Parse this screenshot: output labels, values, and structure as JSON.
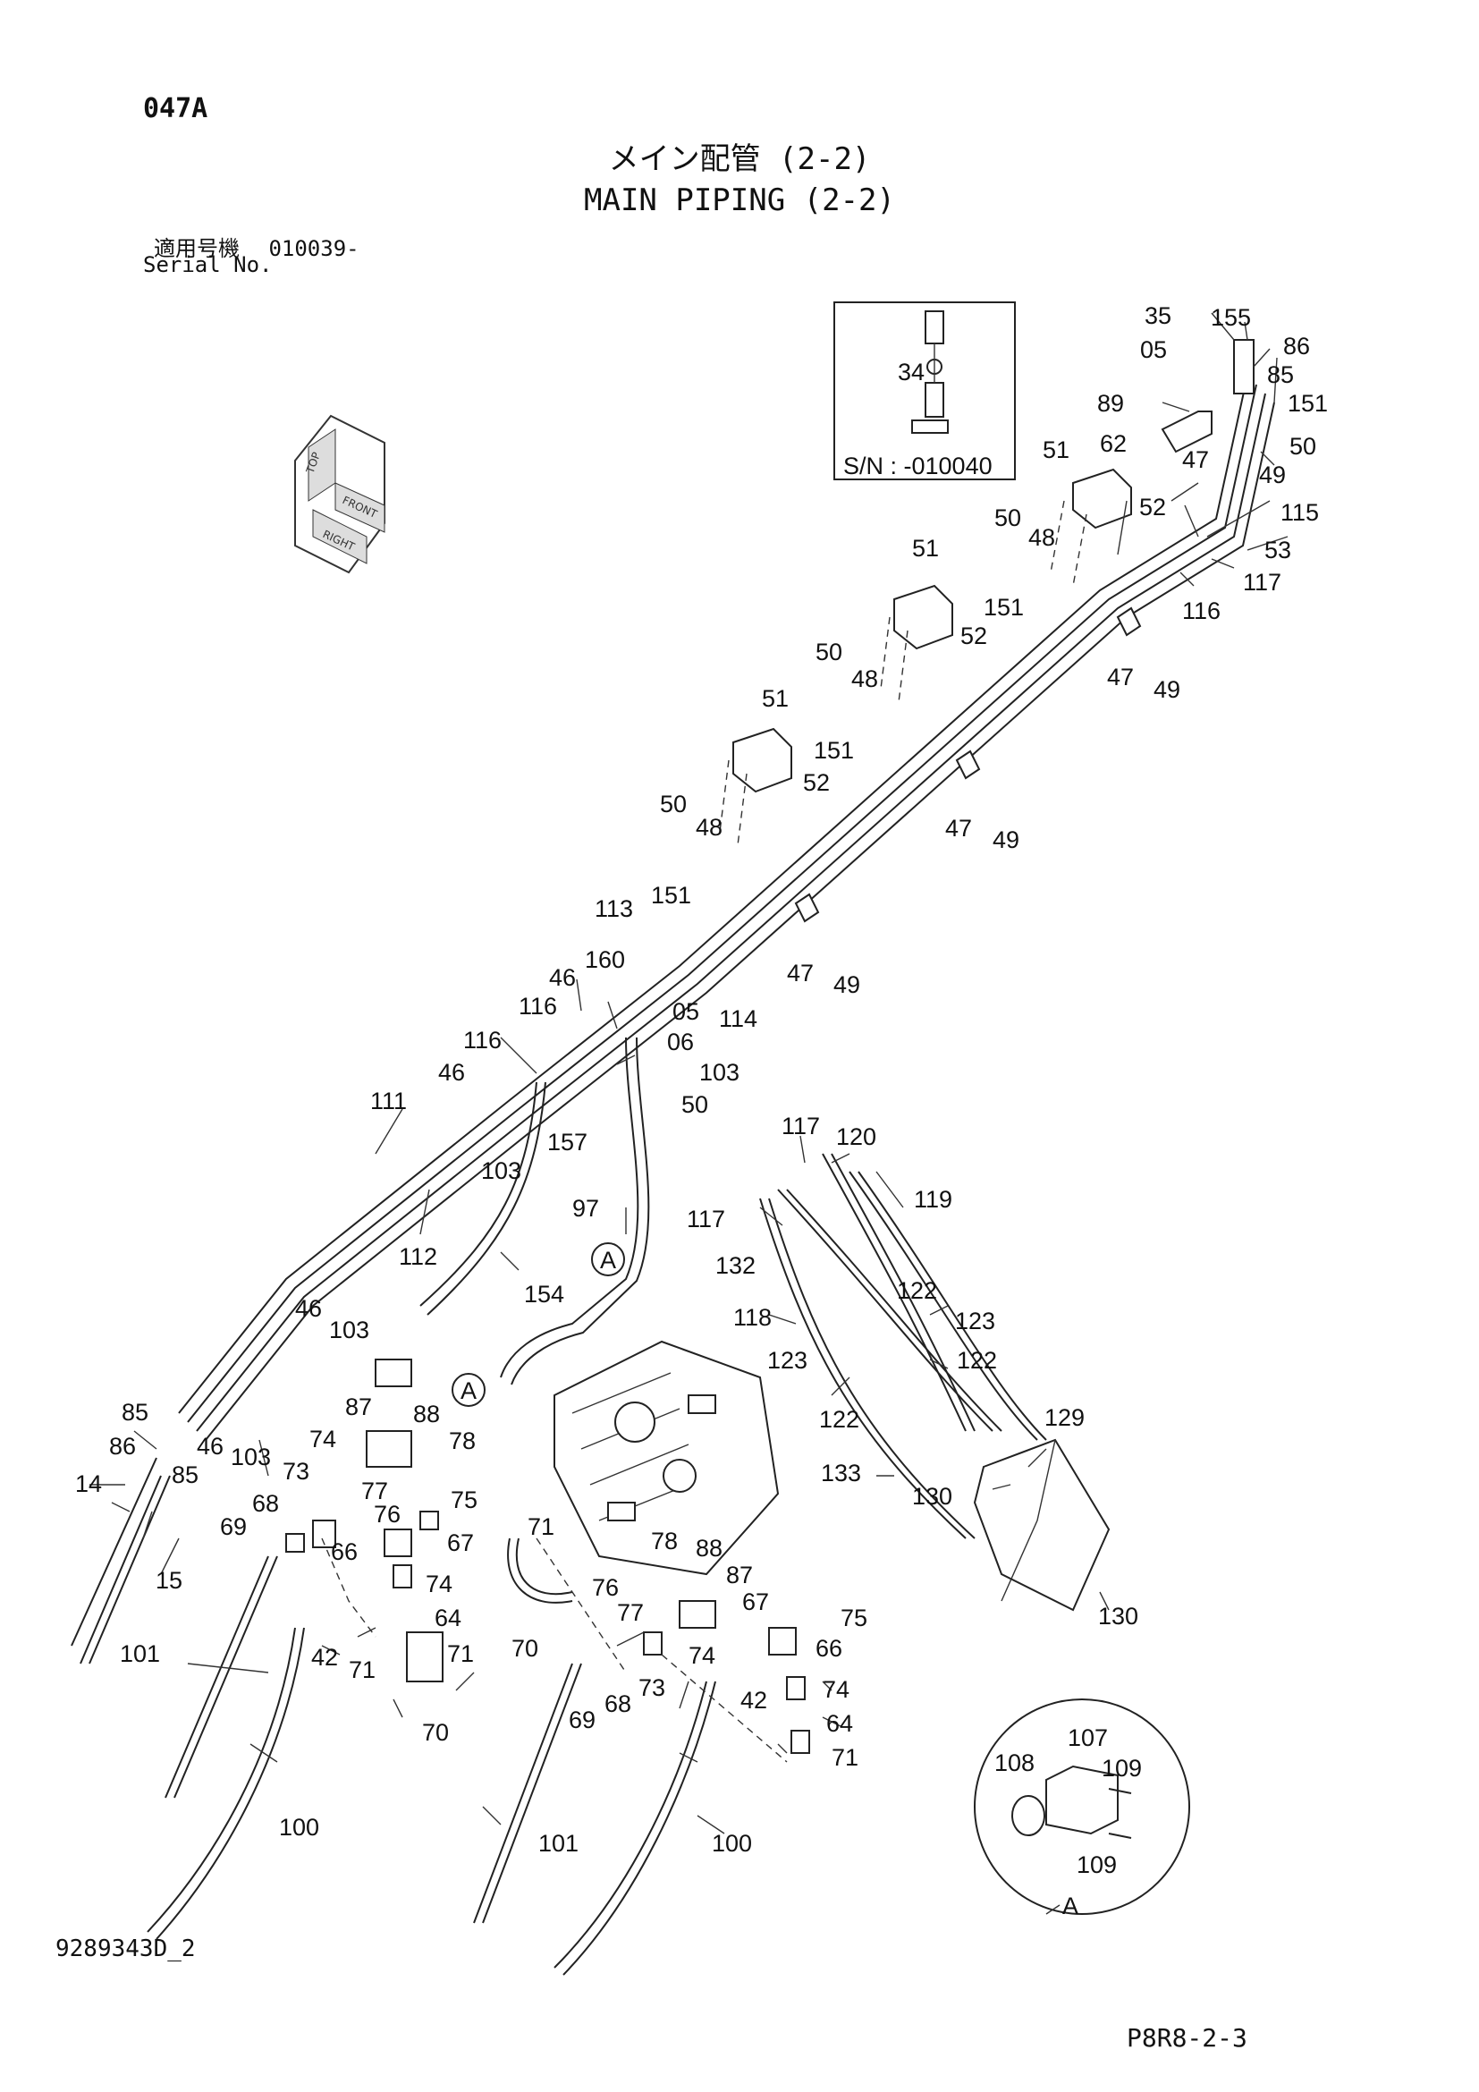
{
  "header": {
    "page_code": "047A",
    "title_jp": "メイン配管 (2-2)",
    "title_en": "MAIN PIPING (2-2)",
    "serial_label_jp": "適用号機",
    "serial_value": "010039-",
    "serial_label_en": "Serial No."
  },
  "inset": {
    "serial": "S/N : -010040",
    "part": "34"
  },
  "orientation": {
    "labels": [
      "TOP",
      "FRONT",
      "RIGHT"
    ]
  },
  "detail_a": {
    "marker": "A",
    "parts": [
      "107",
      "108",
      "109",
      "109"
    ]
  },
  "callouts": [
    {
      "id": "35",
      "text": "35"
    },
    {
      "id": "155",
      "text": "155"
    },
    {
      "id": "05a",
      "text": "05"
    },
    {
      "id": "86a",
      "text": "86"
    },
    {
      "id": "85a",
      "text": "85"
    },
    {
      "id": "89",
      "text": "89"
    },
    {
      "id": "151a",
      "text": "151"
    },
    {
      "id": "62",
      "text": "62"
    },
    {
      "id": "50a",
      "text": "50"
    },
    {
      "id": "47a",
      "text": "47"
    },
    {
      "id": "49a",
      "text": "49"
    },
    {
      "id": "51a",
      "text": "51"
    },
    {
      "id": "52a",
      "text": "52"
    },
    {
      "id": "115",
      "text": "115"
    },
    {
      "id": "50b",
      "text": "50"
    },
    {
      "id": "48a",
      "text": "48"
    },
    {
      "id": "53",
      "text": "53"
    },
    {
      "id": "117a",
      "text": "117"
    },
    {
      "id": "116a",
      "text": "116"
    },
    {
      "id": "151b",
      "text": "151"
    },
    {
      "id": "51b",
      "text": "51"
    },
    {
      "id": "52b",
      "text": "52"
    },
    {
      "id": "47b",
      "text": "47"
    },
    {
      "id": "49b",
      "text": "49"
    },
    {
      "id": "50c",
      "text": "50"
    },
    {
      "id": "48b",
      "text": "48"
    },
    {
      "id": "151c",
      "text": "151"
    },
    {
      "id": "51c",
      "text": "51"
    },
    {
      "id": "52c",
      "text": "52"
    },
    {
      "id": "47c",
      "text": "47"
    },
    {
      "id": "49c",
      "text": "49"
    },
    {
      "id": "50d",
      "text": "50"
    },
    {
      "id": "48c",
      "text": "48"
    },
    {
      "id": "151d",
      "text": "151"
    },
    {
      "id": "113",
      "text": "113"
    },
    {
      "id": "47d",
      "text": "47"
    },
    {
      "id": "49d",
      "text": "49"
    },
    {
      "id": "46a",
      "text": "46"
    },
    {
      "id": "160",
      "text": "160"
    },
    {
      "id": "116b",
      "text": "116"
    },
    {
      "id": "05b",
      "text": "05"
    },
    {
      "id": "114",
      "text": "114"
    },
    {
      "id": "06",
      "text": "06"
    },
    {
      "id": "116c",
      "text": "116"
    },
    {
      "id": "103a",
      "text": "103"
    },
    {
      "id": "46b",
      "text": "46"
    },
    {
      "id": "50e",
      "text": "50"
    },
    {
      "id": "111",
      "text": "111"
    },
    {
      "id": "157",
      "text": "157"
    },
    {
      "id": "117b",
      "text": "117"
    },
    {
      "id": "120",
      "text": "120"
    },
    {
      "id": "103b",
      "text": "103"
    },
    {
      "id": "119",
      "text": "119"
    },
    {
      "id": "97",
      "text": "97"
    },
    {
      "id": "117c",
      "text": "117"
    },
    {
      "id": "112",
      "text": "112"
    },
    {
      "id": "132",
      "text": "132"
    },
    {
      "id": "154",
      "text": "154"
    },
    {
      "id": "122a",
      "text": "122"
    },
    {
      "id": "46c",
      "text": "46"
    },
    {
      "id": "118",
      "text": "118"
    },
    {
      "id": "123a",
      "text": "123"
    },
    {
      "id": "103c",
      "text": "103"
    },
    {
      "id": "122b",
      "text": "122"
    },
    {
      "id": "123b",
      "text": "123"
    },
    {
      "id": "122c",
      "text": "122"
    },
    {
      "id": "85b",
      "text": "85"
    },
    {
      "id": "87a",
      "text": "87"
    },
    {
      "id": "88a",
      "text": "88"
    },
    {
      "id": "129",
      "text": "129"
    },
    {
      "id": "86b",
      "text": "86"
    },
    {
      "id": "46d",
      "text": "46"
    },
    {
      "id": "103d",
      "text": "103"
    },
    {
      "id": "74a",
      "text": "74"
    },
    {
      "id": "78a",
      "text": "78"
    },
    {
      "id": "85c",
      "text": "85"
    },
    {
      "id": "73a",
      "text": "73"
    },
    {
      "id": "77a",
      "text": "77"
    },
    {
      "id": "133",
      "text": "133"
    },
    {
      "id": "14",
      "text": "14"
    },
    {
      "id": "68a",
      "text": "68"
    },
    {
      "id": "76a",
      "text": "76"
    },
    {
      "id": "75a",
      "text": "75"
    },
    {
      "id": "130a",
      "text": "130"
    },
    {
      "id": "69a",
      "text": "69"
    },
    {
      "id": "71a",
      "text": "71"
    },
    {
      "id": "66a",
      "text": "66"
    },
    {
      "id": "67a",
      "text": "67"
    },
    {
      "id": "15",
      "text": "15"
    },
    {
      "id": "78b",
      "text": "78"
    },
    {
      "id": "88b",
      "text": "88"
    },
    {
      "id": "74b",
      "text": "74"
    },
    {
      "id": "76b",
      "text": "76"
    },
    {
      "id": "87b",
      "text": "87"
    },
    {
      "id": "130b",
      "text": "130"
    },
    {
      "id": "64a",
      "text": "64"
    },
    {
      "id": "77b",
      "text": "77"
    },
    {
      "id": "67b",
      "text": "67"
    },
    {
      "id": "75b",
      "text": "75"
    },
    {
      "id": "101a",
      "text": "101"
    },
    {
      "id": "42a",
      "text": "42"
    },
    {
      "id": "71b",
      "text": "71"
    },
    {
      "id": "71c",
      "text": "71"
    },
    {
      "id": "70a",
      "text": "70"
    },
    {
      "id": "74c",
      "text": "74"
    },
    {
      "id": "66b",
      "text": "66"
    },
    {
      "id": "73b",
      "text": "73"
    },
    {
      "id": "42b",
      "text": "42"
    },
    {
      "id": "74d",
      "text": "74"
    },
    {
      "id": "70b",
      "text": "70"
    },
    {
      "id": "69b",
      "text": "69"
    },
    {
      "id": "68b",
      "text": "68"
    },
    {
      "id": "64b",
      "text": "64"
    },
    {
      "id": "71d",
      "text": "71"
    },
    {
      "id": "100a",
      "text": "100"
    },
    {
      "id": "101b",
      "text": "101"
    },
    {
      "id": "100b",
      "text": "100"
    },
    {
      "id": "A1",
      "text": "A"
    },
    {
      "id": "A2",
      "text": "A"
    }
  ],
  "footer": {
    "drawing_no": "9289343D_2",
    "page_ref": "P8R8-2-3"
  }
}
